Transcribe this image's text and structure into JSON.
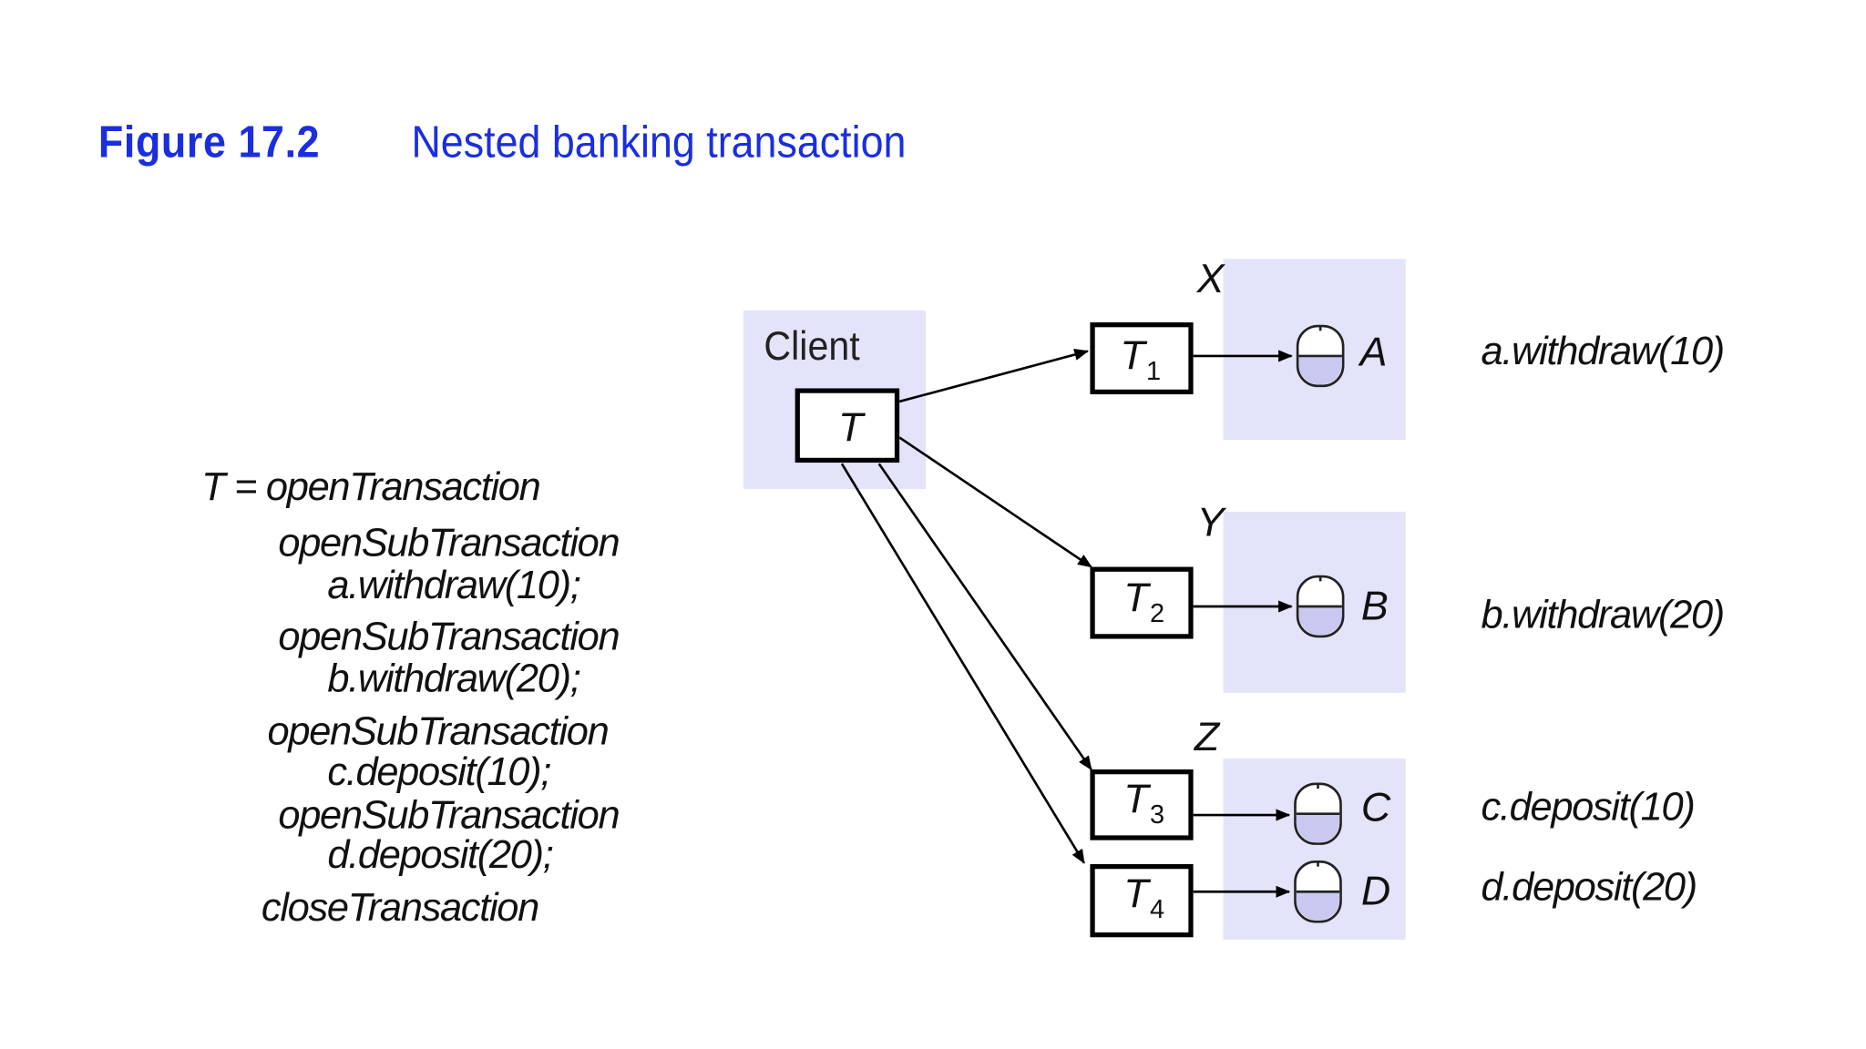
{
  "caption": {
    "number": "Figure 17.2",
    "title": "Nested banking transaction"
  },
  "code": {
    "lines": [
      "T = openTransaction",
      "openSubTransaction",
      "a.withdraw(10);",
      "openSubTransaction",
      "b.withdraw(20);",
      "openSubTransaction",
      "c.deposit(10);",
      "openSubTransaction",
      "d.deposit(20);",
      "closeTransaction"
    ]
  },
  "client": {
    "label": "Client",
    "transaction": "T"
  },
  "subtransactions": [
    {
      "name": "T",
      "index": "1"
    },
    {
      "name": "T",
      "index": "2"
    },
    {
      "name": "T",
      "index": "3"
    },
    {
      "name": "T",
      "index": "4"
    }
  ],
  "servers": {
    "x": "X",
    "y": "Y",
    "z": "Z"
  },
  "objects": [
    "A",
    "B",
    "C",
    "D"
  ],
  "operations": [
    "a.withdraw(10)",
    "b.withdraw(20)",
    "c.deposit(10)",
    "d.deposit(20)"
  ],
  "colors": {
    "caption": "#1a2ee0",
    "shade": "#e3e3fa",
    "object_fill": "#c8c8f0"
  }
}
